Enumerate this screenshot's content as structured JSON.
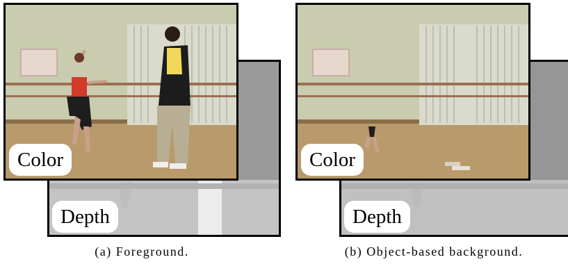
{
  "labels": {
    "color": "Color",
    "depth": "Depth"
  },
  "captions": {
    "left": "(a)  Foreground.",
    "right": "(b)  Object-based background."
  },
  "colors": {
    "wall": "#c9ccae",
    "floor": "#b99a6a",
    "curtain": "#dadbcc",
    "barre": "#9a7050",
    "dancer_top": "#d23a2a",
    "shirt": "#f2d85a",
    "vest": "#1c1c1c",
    "pants": "#b8ae94",
    "depth_light": "#d8d8d8",
    "depth_dark": "#6e6e6e"
  }
}
